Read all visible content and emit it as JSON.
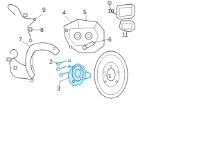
{
  "colors": {
    "line": "#3a3a3a",
    "highlight": "#1e8fb8",
    "highlight_fill": "#cfe9f3",
    "background": "#ffffff"
  },
  "callouts": {
    "c1": "1",
    "c2": "2",
    "c3": "3",
    "c4": "4",
    "c5": "5",
    "c6": "6",
    "c7": "7",
    "c8": "8",
    "c9": "9",
    "c10": "10",
    "c11": "11"
  }
}
